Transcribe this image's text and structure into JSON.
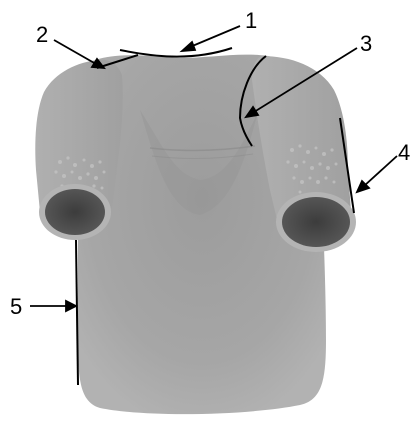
{
  "figure": {
    "subject": "shirt-mannequin",
    "colors": {
      "fabric": "#a8a8a8",
      "fabric_dark": "#8e8e8e",
      "fabric_light": "#b8b8b8",
      "opening": "#4a4a4a",
      "lines": "#000000",
      "background": "#ffffff"
    },
    "callouts": [
      {
        "id": "1",
        "label": "1"
      },
      {
        "id": "2",
        "label": "2"
      },
      {
        "id": "3",
        "label": "3"
      },
      {
        "id": "4",
        "label": "4"
      },
      {
        "id": "5",
        "label": "5"
      }
    ]
  }
}
